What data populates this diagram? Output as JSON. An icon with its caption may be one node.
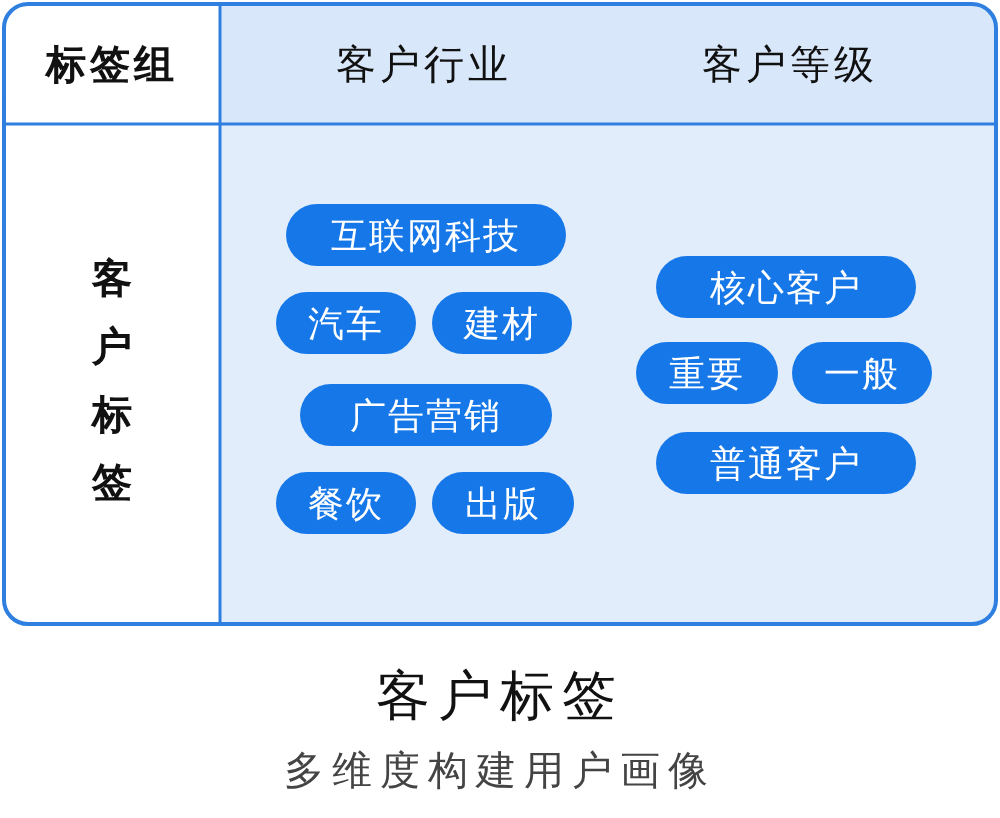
{
  "diagram": {
    "title": "客户标签",
    "caption": "多维度构建用户画像",
    "nodes": [
      {
        "text": [
          "互联网科技"
        ]
      },
      {
        "text": [
          "汽车"
        ]
      },
      {
        "text": [
          "建材"
        ]
      },
      {
        "text": [
          "广告营销"
        ]
      },
      {
        "text": [
          "餐饮"
        ]
      },
      {
        "text": [
          "出版"
        ]
      },
      {
        "text": [
          "核心客户"
        ]
      },
      {
        "text": [
          "重要"
        ]
      },
      {
        "text": [
          "一般"
        ]
      },
      {
        "text": [
          "普通客户"
        ]
      }
    ],
    "labels": [
      "标签组",
      "客户行业",
      "客户等级",
      "客户标签"
    ]
  }
}
